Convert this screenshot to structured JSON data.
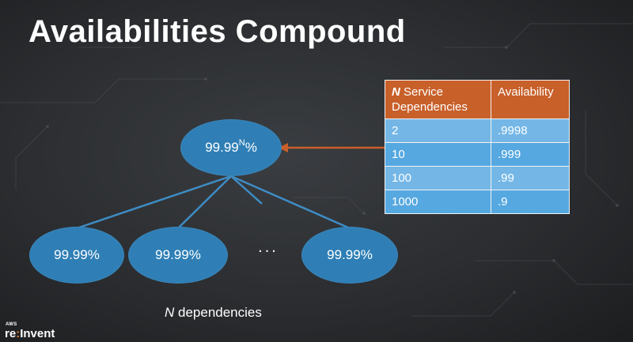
{
  "slide": {
    "title": "Availabilities Compound",
    "root_node": {
      "value": "99.99",
      "superscript": "N",
      "suffix": "%"
    },
    "child_nodes": [
      {
        "label": "99.99%"
      },
      {
        "label": "99.99%"
      },
      {
        "label": "99.99%"
      }
    ],
    "ellipsis": "...",
    "footnote": {
      "italic": "N",
      "text": " dependencies"
    }
  },
  "table": {
    "header": {
      "col1_italic": "N",
      "col1_text": " Service Dependencies",
      "col2": "Availability"
    },
    "rows": [
      {
        "dependencies": "2",
        "availability": ".9998"
      },
      {
        "dependencies": "10",
        "availability": ".999"
      },
      {
        "dependencies": "100",
        "availability": ".99"
      },
      {
        "dependencies": "1000",
        "availability": ".9"
      }
    ]
  },
  "logo": {
    "small": "AWS",
    "re": "re",
    "colon": ":",
    "invent": "Invent"
  },
  "colors": {
    "node": "#2f7fb6",
    "link": "#3e8cc4",
    "header": "#c8602a",
    "row_light": "#74b7e6",
    "row_dark": "#56a8e0",
    "arrow": "#c8602a"
  }
}
